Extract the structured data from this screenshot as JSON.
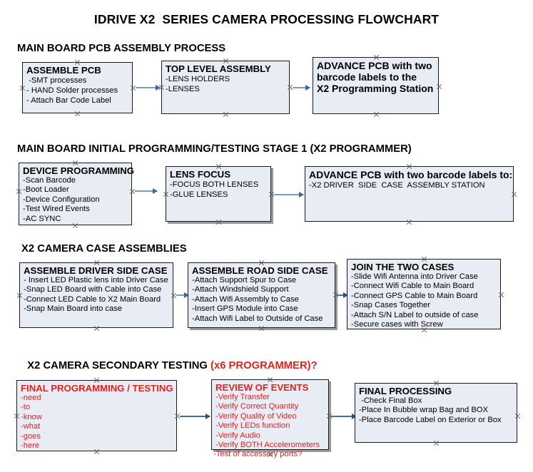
{
  "document": {
    "title": "IDRIVE X2  SERIES CAMERA PROCESSING FLOWCHART"
  },
  "colors": {
    "box_fill": "#e7ecf5",
    "box_border": "#1a1a1a",
    "arrow": "#7f9ab5",
    "arrow_head": "#3c64a5",
    "red_text": "#e4221b",
    "black_text": "#000000",
    "shadow": "#9a9a9a",
    "page_background": "#ffffff"
  },
  "sections": [
    {
      "heading": "MAIN BOARD PCB ASSEMBLY PROCESS",
      "heading_red_suffix": "",
      "nodes": [
        {
          "title": "ASSEMBLE PCB",
          "lines": [
            " -SMT processes",
            "- HAND Solder processes",
            "- Attach Bar Code Label"
          ]
        },
        {
          "title": "TOP LEVEL ASSEMBLY",
          "lines": [
            "-LENS HOLDERS",
            "-LENSES"
          ]
        },
        {
          "title": "ADVANCE PCB with two\nbarcode labels to the\n X2 Programming Station",
          "lines": []
        }
      ]
    },
    {
      "heading": "MAIN BOARD INITIAL PROGRAMMING/TESTING STAGE 1 (X2 PROGRAMMER)",
      "heading_red_suffix": "",
      "nodes": [
        {
          "title": "DEVICE PROGRAMMING",
          "lines": [
            "-Scan Barcode",
            "-Boot Loader",
            "-Device Configuration",
            "-Test Wired Events",
            "-AC SYNC"
          ]
        },
        {
          "title": "LENS FOCUS",
          "lines": [
            "-FOCUS BOTH LENSES",
            "-GLUE LENSES"
          ]
        },
        {
          "title": "ADVANCE PCB with two barcode labels to:",
          "lines": [
            "-X2 DRIVER  SIDE  CASE  ASSEMBLY STATION"
          ]
        }
      ]
    },
    {
      "heading": "X2 CAMERA CASE ASSEMBLIES",
      "heading_red_suffix": "",
      "nodes": [
        {
          "title": "ASSEMBLE DRIVER SIDE CASE",
          "lines": [
            "- Insert LED Plastic lens into Driver Case",
            "-Snap LED Board with Cable into Case",
            "-Connect LED Cable to X2 Main Board",
            "-Snap Main Board into case"
          ]
        },
        {
          "title": "ASSEMBLE ROAD SIDE CASE",
          "lines": [
            "-Attach Support Spur to Case",
            "-Attach Windshield Support",
            "-Attach Wifi Assembly to Case",
            "-Insert GPS Module into Case",
            "-Attach Wifi Label to Outside of Case"
          ]
        },
        {
          "title": "JOIN THE TWO CASES",
          "lines": [
            "-Slide Wifi Antenna into Driver Case",
            "-Connect Wifi Cable to Main Board",
            "-Connect GPS Cable to Main Board",
            "-Snap Cases Together",
            "-Attach S/N Label to outside of case",
            "-Secure cases with Screw"
          ]
        }
      ]
    },
    {
      "heading": "X2 CAMERA SECONDARY TESTING ",
      "heading_red_suffix": "(x6 PROGRAMMER)?",
      "nodes": [
        {
          "title": "FINAL PROGRAMMING / TESTING",
          "lines": [
            "-need",
            "-to",
            "-know",
            "-what",
            "-goes",
            "-here"
          ]
        },
        {
          "title": "REVIEW OF EVENTS",
          "lines": [
            "-Verify Transfer",
            "-Verify Correct Quantity",
            "-Verify Quality of Video",
            "-Verify LEDs function",
            "-Verify Audio",
            "-Verify BOTH Accelerometers"
          ],
          "overflow_line": "-Test of accessory ports?"
        },
        {
          "title": "FINAL PROCESSING",
          "lines": [
            " -Check Final Box",
            "-Place In Bubble wrap Bag and BOX",
            "-Place Barcode Label on Exterior or Box"
          ]
        }
      ]
    }
  ]
}
